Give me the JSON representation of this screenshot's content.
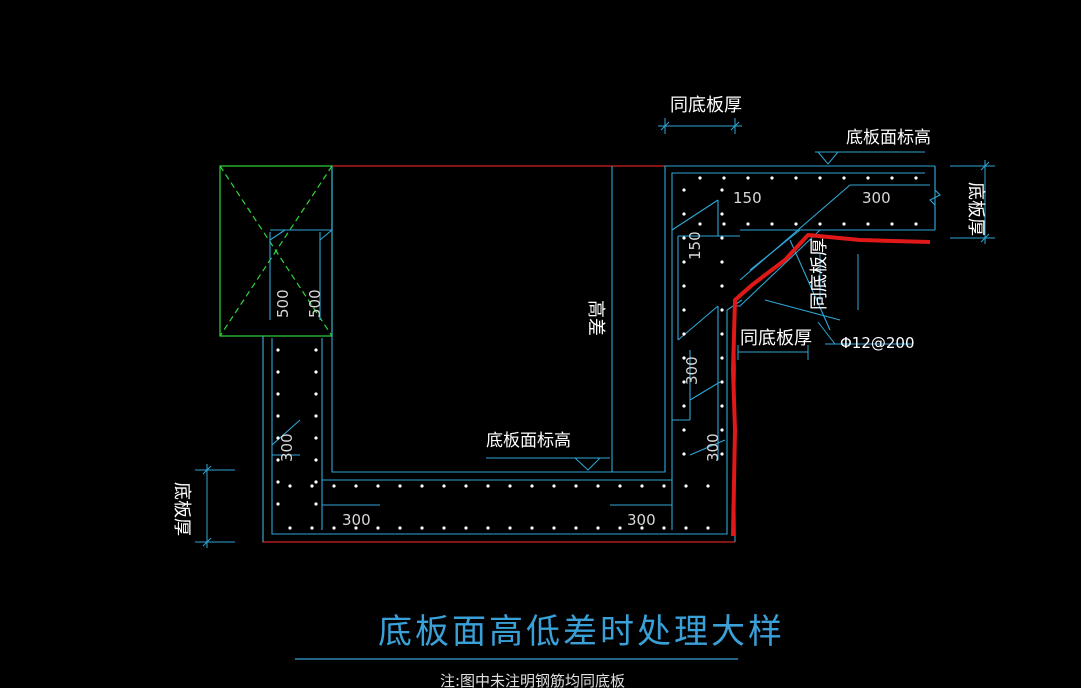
{
  "drawing": {
    "title": "底板面高低差时处理大样",
    "note": "注:图中未注明钢筋均同底板",
    "labels": {
      "same_slab_thickness_top": "同底板厚",
      "slab_top_elevation_upper": "底板面标高",
      "slab_thickness_right": "底板厚",
      "same_slab_thickness_diag": "同底板厚",
      "same_slab_thickness_wall": "同底板厚",
      "rebar_spec": "Φ12@200",
      "height_difference": "高差",
      "slab_top_elevation_lower": "底板面标高",
      "slab_thickness_left": "底板厚"
    },
    "dimensions": {
      "d150_top": "150",
      "d300_top": "300",
      "d150_side": "150",
      "d500_a": "500",
      "d500_b": "500",
      "d300_wall_upper": "300",
      "d300_wall_lower": "300",
      "d300_left_wall": "300",
      "d300_bottom_left": "300",
      "d300_bottom_right": "300"
    },
    "colors": {
      "background": "#000000",
      "outline": "#2fa6d6",
      "rebar": "#ffffff",
      "section_red": "#d42020",
      "markup_red": "#e01818",
      "pile_green": "#2ed63a",
      "title": "#3aa0d8"
    }
  }
}
